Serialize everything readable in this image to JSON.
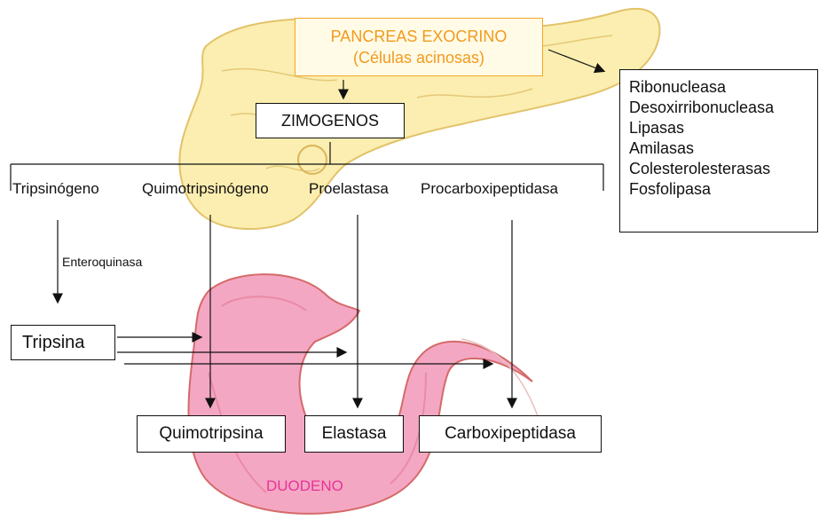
{
  "title": {
    "line1": "PANCREAS EXOCRINO",
    "line2": "(Células acinosas)"
  },
  "zimogenos": "ZIMOGENOS",
  "enzymes": [
    "Ribonucleasa",
    "Desoxirribonucleasa",
    "Lipasas",
    "Amilasas",
    "Colesterolesterasas",
    "Fosfolipasa"
  ],
  "precursors": [
    "Tripsinógeno",
    "Quimotripsinógeno",
    "Proelastasa",
    "Procarboxipeptidasa"
  ],
  "activator": "Enteroquinasa",
  "tripsina": "Tripsina",
  "products": [
    "Quimotripsina",
    "Elastasa",
    "Carboxipeptidasa"
  ],
  "duodeno": "DUODENO",
  "colors": {
    "title": "#f39a1e",
    "duodeno_label": "#e8339a",
    "pancreas_fill": "#fbeeb0",
    "duodeno_fill": "#f4a7c2"
  },
  "icons": [
    "pancreas-illustration",
    "duodenum-illustration"
  ]
}
